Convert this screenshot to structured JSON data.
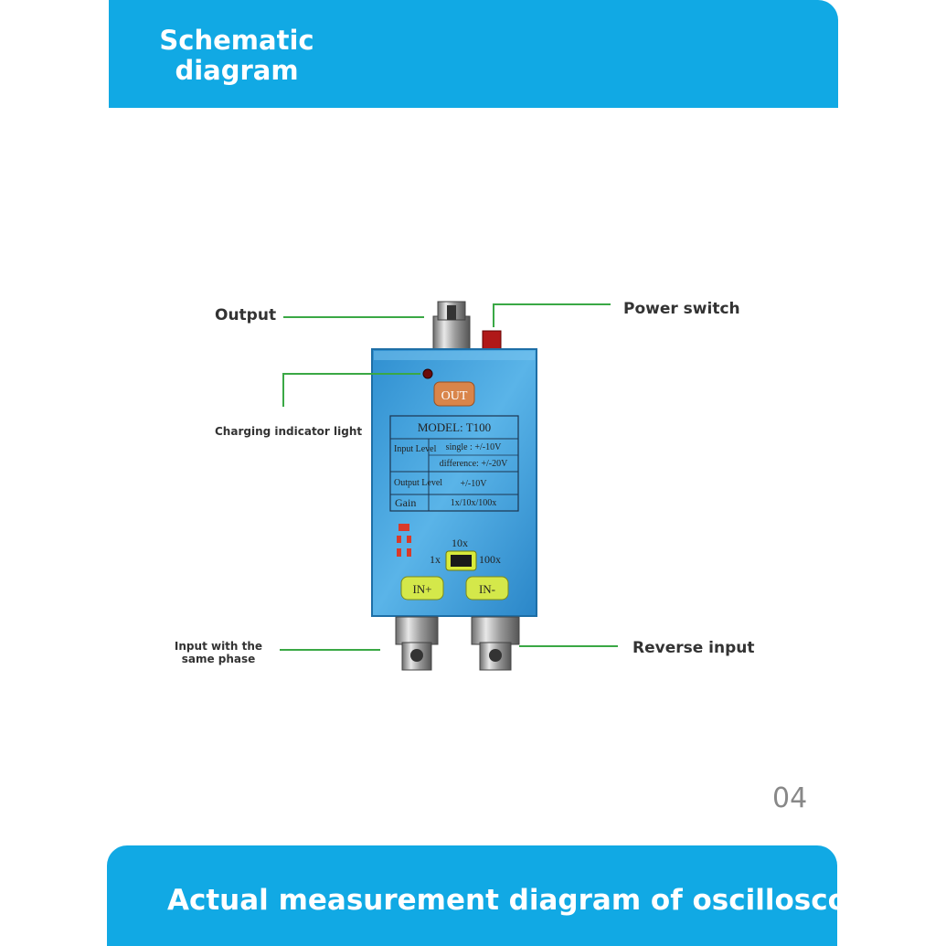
{
  "header": {
    "title": "Schematic diagram"
  },
  "callouts": {
    "output": "Output",
    "power_switch": "Power switch",
    "charging_light": "Charging indicator light",
    "same_phase_input": "Input with the same phase",
    "reverse_input": "Reverse input"
  },
  "device": {
    "out_button": "OUT",
    "model": "MODEL:  T100",
    "spec_rows": [
      {
        "label": "Input Level",
        "single": "single : +/-10V",
        "difference": "difference: +/-20V"
      },
      {
        "label": "Output Level",
        "value": "+/-10V"
      },
      {
        "label": "Gain",
        "value": "1x/10x/100x"
      }
    ],
    "switch": {
      "top": "10x",
      "left": "1x",
      "right": "100x"
    },
    "in_plus": "IN+",
    "in_minus": "IN-",
    "colors": {
      "body": "#3d9fd8",
      "out_button": "#d9854a",
      "in_buttons": "#d4e84a",
      "led": "#7a0a0a",
      "leader": "#3aa845",
      "banner": "#11a9e4"
    }
  },
  "page_number": "04",
  "footer": {
    "title": "Actual measurement diagram of oscilloscope"
  }
}
